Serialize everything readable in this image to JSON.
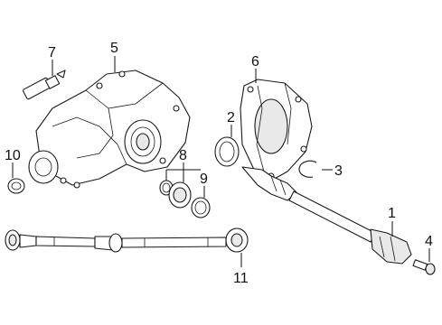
{
  "callouts": [
    {
      "id": "1",
      "label": "1"
    },
    {
      "id": "2",
      "label": "2"
    },
    {
      "id": "3",
      "label": "3"
    },
    {
      "id": "4",
      "label": "4"
    },
    {
      "id": "5",
      "label": "5"
    },
    {
      "id": "6",
      "label": "6"
    },
    {
      "id": "7",
      "label": "7"
    },
    {
      "id": "8",
      "label": "8"
    },
    {
      "id": "9",
      "label": "9"
    },
    {
      "id": "10",
      "label": "10"
    },
    {
      "id": "11",
      "label": "11"
    }
  ],
  "colors": {
    "line": "#1a1a1a",
    "background": "#ffffff",
    "shade": "#e9e9e9"
  }
}
